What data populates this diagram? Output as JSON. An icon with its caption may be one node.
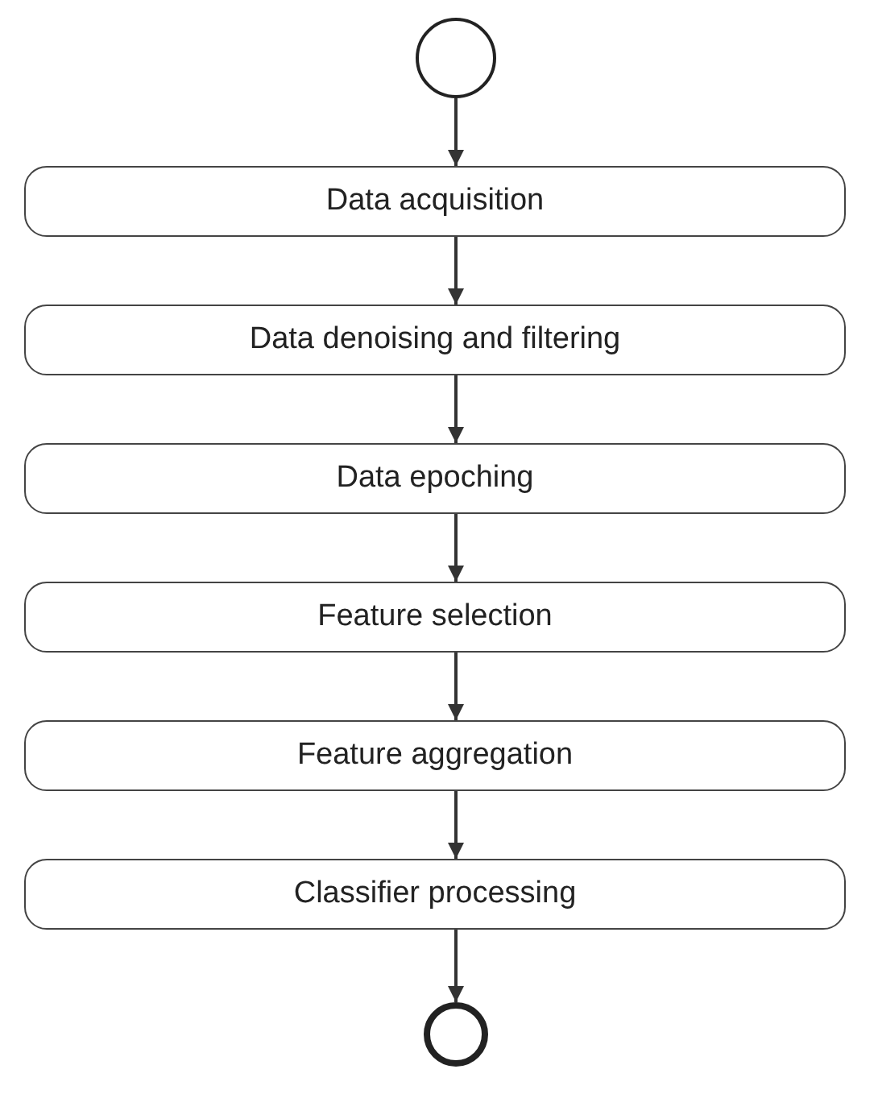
{
  "diagram": {
    "nodes": [
      {
        "text": [],
        "shape": "circle"
      },
      {
        "text": [
          "Data acquisition"
        ]
      },
      {
        "text": [
          "Data denoising and filtering"
        ]
      },
      {
        "text": [
          "Data epoching"
        ]
      },
      {
        "text": [
          "Feature selection"
        ]
      },
      {
        "text": [
          "Feature aggregation"
        ]
      },
      {
        "text": [
          "Classifier processing"
        ]
      },
      {
        "text": [],
        "shape": "circle"
      }
    ],
    "edges": [
      {
        "from": 0,
        "to": 1,
        "arrow": "to"
      },
      {
        "from": 1,
        "to": 2,
        "arrow": "to"
      },
      {
        "from": 2,
        "to": 3,
        "arrow": "to"
      },
      {
        "from": 3,
        "to": 4,
        "arrow": "to"
      },
      {
        "from": 4,
        "to": 5,
        "arrow": "to"
      },
      {
        "from": 5,
        "to": 6,
        "arrow": "to"
      },
      {
        "from": 6,
        "to": 7,
        "arrow": "to"
      }
    ]
  }
}
